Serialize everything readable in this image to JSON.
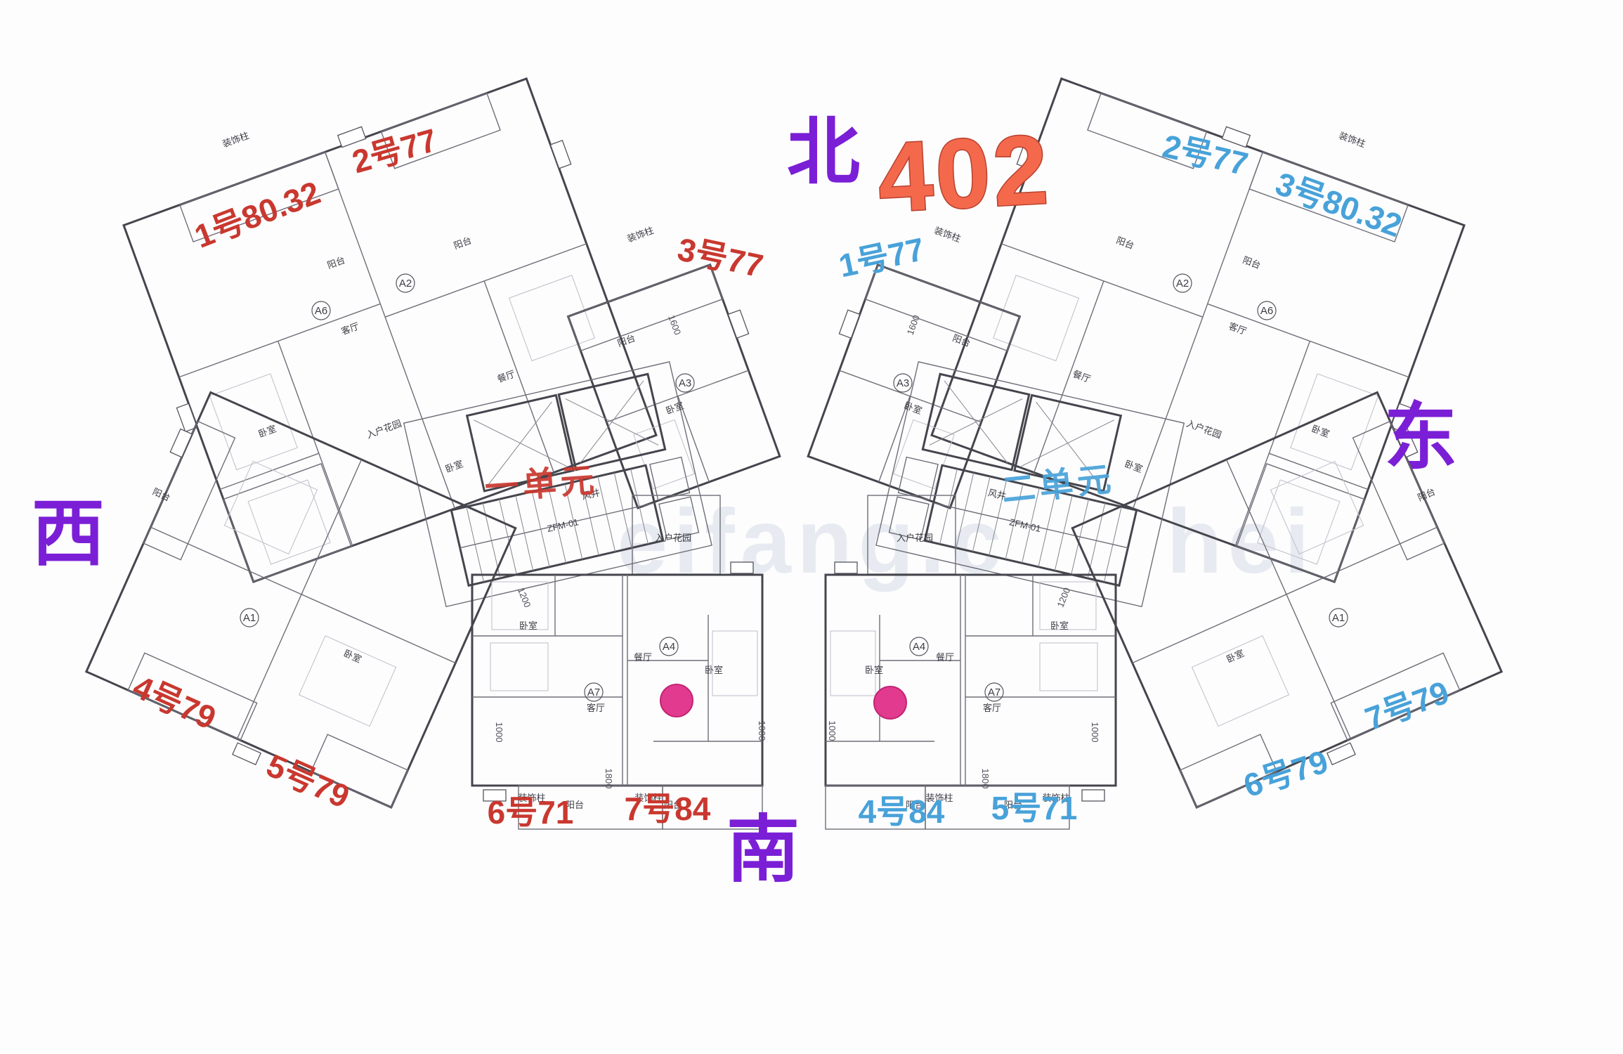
{
  "annotation": {
    "floor_code": "402"
  },
  "compass": {
    "north": "北",
    "west": "西",
    "east": "东",
    "south": "南"
  },
  "units": {
    "west": {
      "name": "一单元",
      "apartments": [
        "1号80.32",
        "2号77",
        "3号77",
        "4号79",
        "5号79",
        "6号71",
        "7号84"
      ]
    },
    "east": {
      "name": "二单元",
      "apartments": [
        "1号77",
        "2号77",
        "3号80.32",
        "4号84",
        "5号71",
        "6号79",
        "7号79"
      ]
    }
  },
  "room_labels": {
    "balcony": "阳台",
    "bedroom": "卧室",
    "living": "客厅",
    "dining": "餐厅",
    "entry_garden": "入户花园",
    "deco_column": "装饰柱",
    "shaft": "风井",
    "door_code": "ZFM-01"
  },
  "dims": {
    "d1800": "1800",
    "d1600": "1600",
    "d1200": "1200",
    "d1000": "1000"
  },
  "unit_markers": {
    "a1": "A1",
    "a2": "A2",
    "a3": "A3",
    "a4": "A4",
    "a6": "A6",
    "a7": "A7"
  },
  "watermark": {
    "part1": "eifang.c",
    "part2": "hei"
  },
  "colors": {
    "red": "#c9382f",
    "blue": "#48a2d9",
    "purple": "#7b1fd6",
    "orange": "#f4694c",
    "pink": "#e23a8e"
  }
}
